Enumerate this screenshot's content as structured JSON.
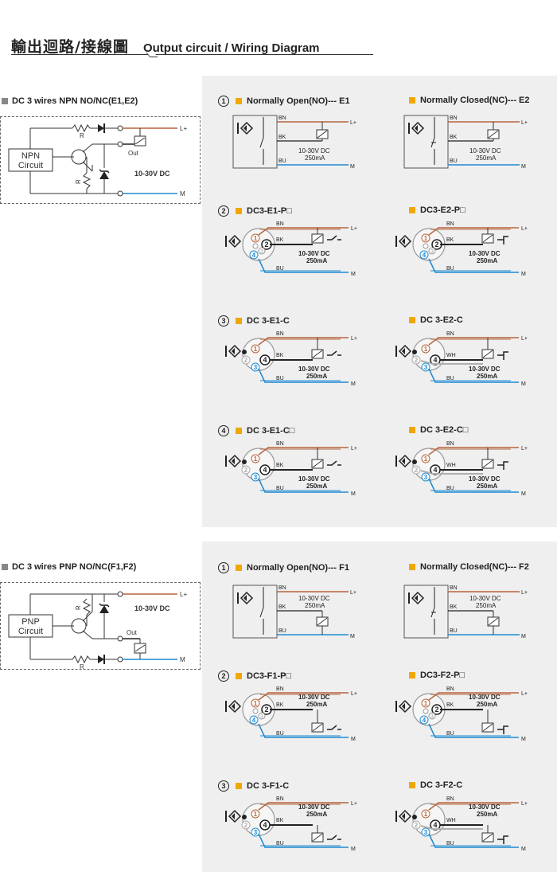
{
  "header": {
    "title_cn": "輸出迴路/接線圖",
    "title_en": "Output circuit / Wiring Diagram"
  },
  "npn": {
    "label": "DC 3 wires NPN NO/NC(E1,E2)",
    "circuit_label_1": "NPN",
    "circuit_label_2": "Circuit",
    "r_top": "R",
    "r_side": "R",
    "out": "Out",
    "voltage": "10-30V DC",
    "l_plus": "L+",
    "m": "M"
  },
  "pnp": {
    "label": "DC 3 wires PNP NO/NC(F1,F2)",
    "circuit_label_1": "PNP",
    "circuit_label_2": "Circuit",
    "r_top": "R",
    "r_side": "R",
    "out": "Out",
    "voltage": "10-30V DC",
    "l_plus": "L+",
    "m": "M"
  },
  "wire": {
    "bn": "BN",
    "bk": "BK",
    "bu": "BU",
    "wh": "WH",
    "voltage": "10-30V DC",
    "current": "250mA",
    "l_plus": "L+",
    "m": "M"
  },
  "top_rows": [
    {
      "num": "1",
      "left": "Normally Open(NO)--- E1",
      "right": "Normally Closed(NC)--- E2"
    },
    {
      "num": "2",
      "left": "DC3-E1-P□",
      "right": "DC3-E2-P□"
    },
    {
      "num": "3",
      "left": "DC 3-E1-C",
      "right": "DC 3-E2-C"
    },
    {
      "num": "4",
      "left": "DC 3-E1-C□",
      "right": "DC 3-E2-C□"
    }
  ],
  "bottom_rows": [
    {
      "num": "1",
      "left": "Normally Open(NO)--- F1",
      "right": "Normally Closed(NC)--- F2"
    },
    {
      "num": "2",
      "left": "DC3-F1-P□",
      "right": "DC3-F2-P□"
    },
    {
      "num": "3",
      "left": "DC 3-F1-C",
      "right": "DC 3-F2-C"
    }
  ],
  "pins": [
    "1",
    "2",
    "3",
    "4"
  ],
  "colors": {
    "brown_wire": "#b5643c",
    "blue_wire": "#1e8ad0",
    "black_wire": "#222222",
    "gray_wire": "#b0b0b0",
    "orange_marker": "#f0a800",
    "panel_bg": "#efefef"
  }
}
